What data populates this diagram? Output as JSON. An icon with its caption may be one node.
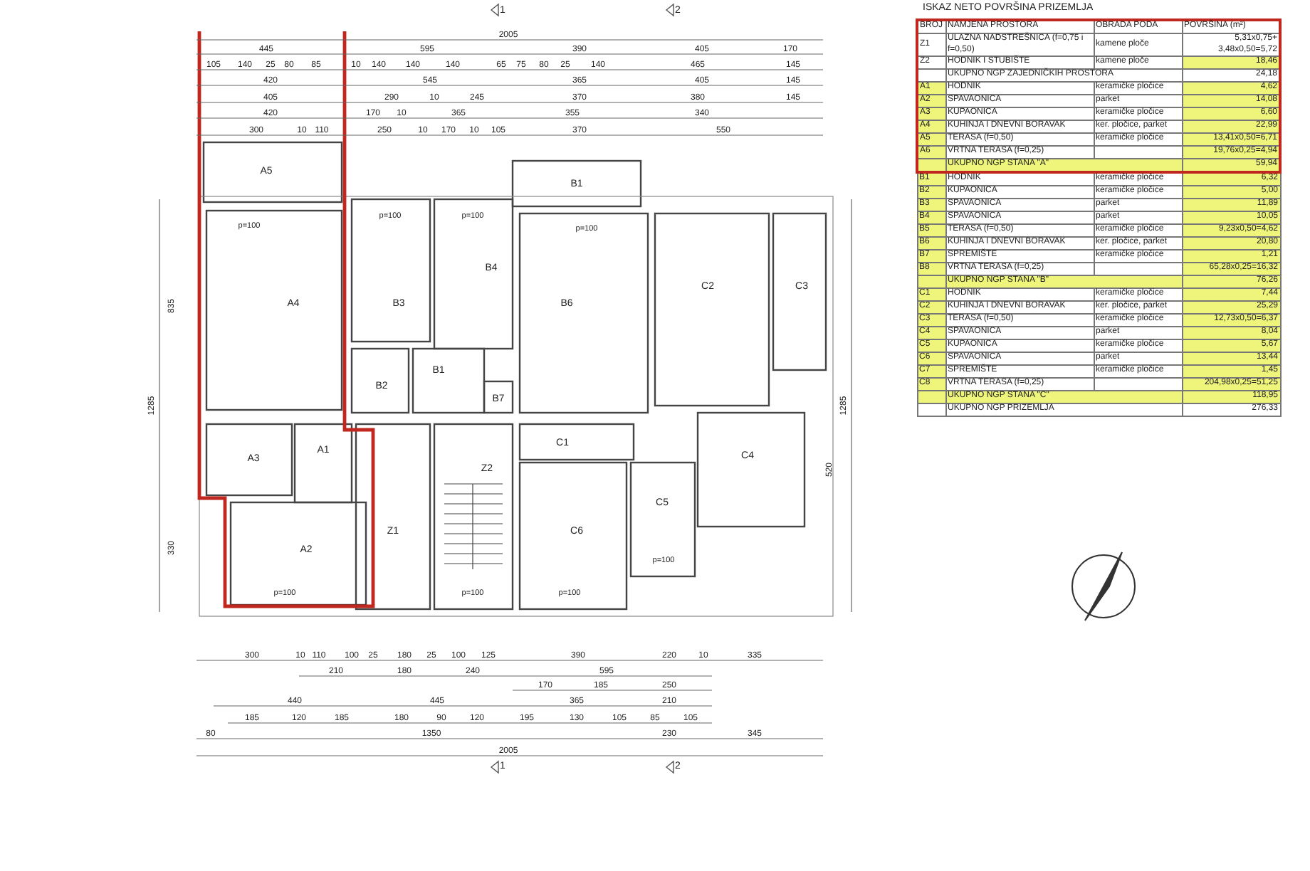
{
  "diagram": {
    "title": "ISKAZ NETO POVRŠINA PRIZEMLJA",
    "labels": [
      "BROJ",
      "NAMJENA PROSTORA",
      "OBRADA PODA",
      "POVRŠINA (m²)",
      "Z1",
      "ULAZNA NADSTREŠNICA (f=0,75 i f=0,50)",
      "kamene ploče",
      "5,31x0,75+ 3,48x0,50=5,72",
      "Z2",
      "HODNIK I STUBIŠTE",
      "kamene ploče",
      "18,46",
      "UKUPNO NGP ZAJEDNIČKIH PROSTORA",
      "24,18",
      "A1",
      "HODNIK",
      "keramičke pločice",
      "4,62",
      "A2",
      "SPAVAONICA",
      "parket",
      "14,08",
      "A3",
      "KUPAONICA",
      "keramičke pločice",
      "6,60",
      "A4",
      "KUHINJA I DNEVNI BORAVAK",
      "ker. pločice, parket",
      "22,99",
      "A5",
      "TERASA (f=0,50)",
      "keramičke pločice",
      "13,41x0,50=6,71",
      "A6",
      "VRTNA TERASA (f=0,25)",
      "19,76x0,25=4,94",
      "UKUPNO NGP STANA \"A\"",
      "59,94",
      "B1",
      "HODNIK",
      "keramičke pločice",
      "6,32",
      "B2",
      "KUPAONICA",
      "keramičke pločice",
      "5,00",
      "B3",
      "SPAVAONICA",
      "parket",
      "11,89",
      "B4",
      "SPAVAONICA",
      "parket",
      "10,05",
      "B5",
      "TERASA (f=0,50)",
      "keramičke pločice",
      "9,23x0,50=4,62",
      "B6",
      "KUHINJA I DNEVNI BORAVAK",
      "ker. pločice, parket",
      "20,80",
      "B7",
      "SPREMIŠTE",
      "keramičke pločice",
      "1,21",
      "B8",
      "VRTNA TERASA (f=0,25)",
      "65,28x0,25=16,32",
      "UKUPNO NGP STANA \"B\"",
      "76,26",
      "C1",
      "HODNIK",
      "keramičke pločice",
      "7,44",
      "C2",
      "KUHINJA I DNEVNI BORAVAK",
      "ker. pločice, parket",
      "25,29",
      "C3",
      "TERASA (f=0,50)",
      "keramičke pločice",
      "12,73x0,50=6,37",
      "C4",
      "SPAVAONICA",
      "parket",
      "8,04",
      "C5",
      "KUPAONICA",
      "keramičke pločice",
      "5,67",
      "C6",
      "SPAVAONICA",
      "parket",
      "13,44",
      "C7",
      "SPREMIŠTE",
      "keramičke pločice",
      "1,45",
      "C8",
      "VRTNA TERASA (f=0,25)",
      "204,98x0,25=51,25",
      "UKUPNO NGP STANA \"C\"",
      "118,95",
      "UKUPNO NGP PRIZEMLJA",
      "276,33",
      "1",
      "2",
      "2005",
      "445",
      "595",
      "390",
      "405",
      "170",
      "105",
      "140",
      "25",
      "80",
      "85",
      "10",
      "140",
      "140",
      "140",
      "65",
      "75",
      "80",
      "25",
      "140",
      "465",
      "145",
      "420",
      "545",
      "365",
      "405",
      "145",
      "405",
      "290",
      "10",
      "245",
      "370",
      "380",
      "145",
      "420",
      "170",
      "10",
      "365",
      "355",
      "340",
      "300",
      "10",
      "110",
      "250",
      "10",
      "170",
      "10",
      "105",
      "370",
      "550",
      "A5",
      "B1",
      "p=100",
      "p=100",
      "p=100",
      "p=100",
      "B4",
      "A4",
      "B3",
      "B6",
      "C2",
      "C3",
      "B1",
      "B2",
      "B7",
      "A1",
      "C1",
      "A3",
      "C4",
      "Z2",
      "C5",
      "Z1",
      "C6",
      "A2",
      "p=100",
      "p=100",
      "p=100",
      "p=100",
      "835",
      "1285",
      "330",
      "1285",
      "520",
      "300",
      "10",
      "110",
      "100",
      "25",
      "180",
      "25",
      "100",
      "125",
      "390",
      "220",
      "10",
      "335",
      "210",
      "180",
      "240",
      "595",
      "170",
      "185",
      "250",
      "440",
      "445",
      "365",
      "210",
      "185",
      "120",
      "185",
      "180",
      "90",
      "120",
      "195",
      "130",
      "105",
      "85",
      "105",
      "80",
      "1350",
      "230",
      "345",
      "2005",
      "1",
      "2"
    ]
  }
}
